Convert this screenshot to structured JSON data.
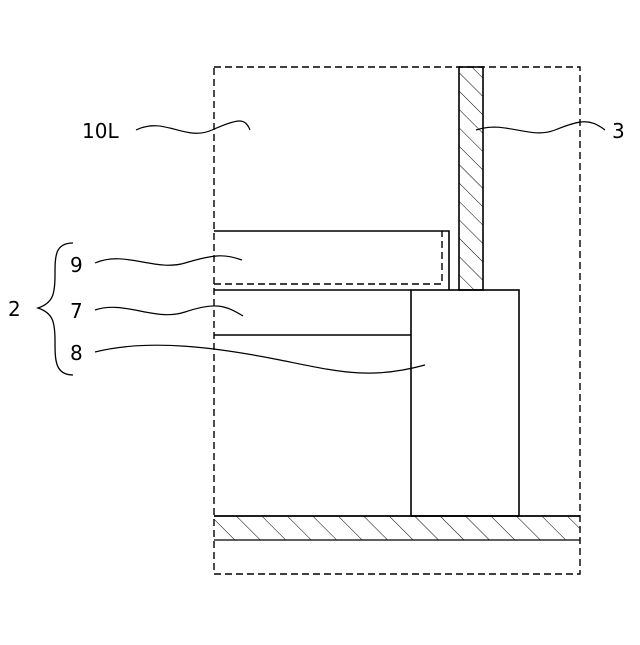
{
  "figure": {
    "labels": {
      "label_10L": "10L",
      "label_3": "3",
      "label_9": "9",
      "label_2": "2",
      "label_7": "7",
      "label_8": "8"
    }
  }
}
